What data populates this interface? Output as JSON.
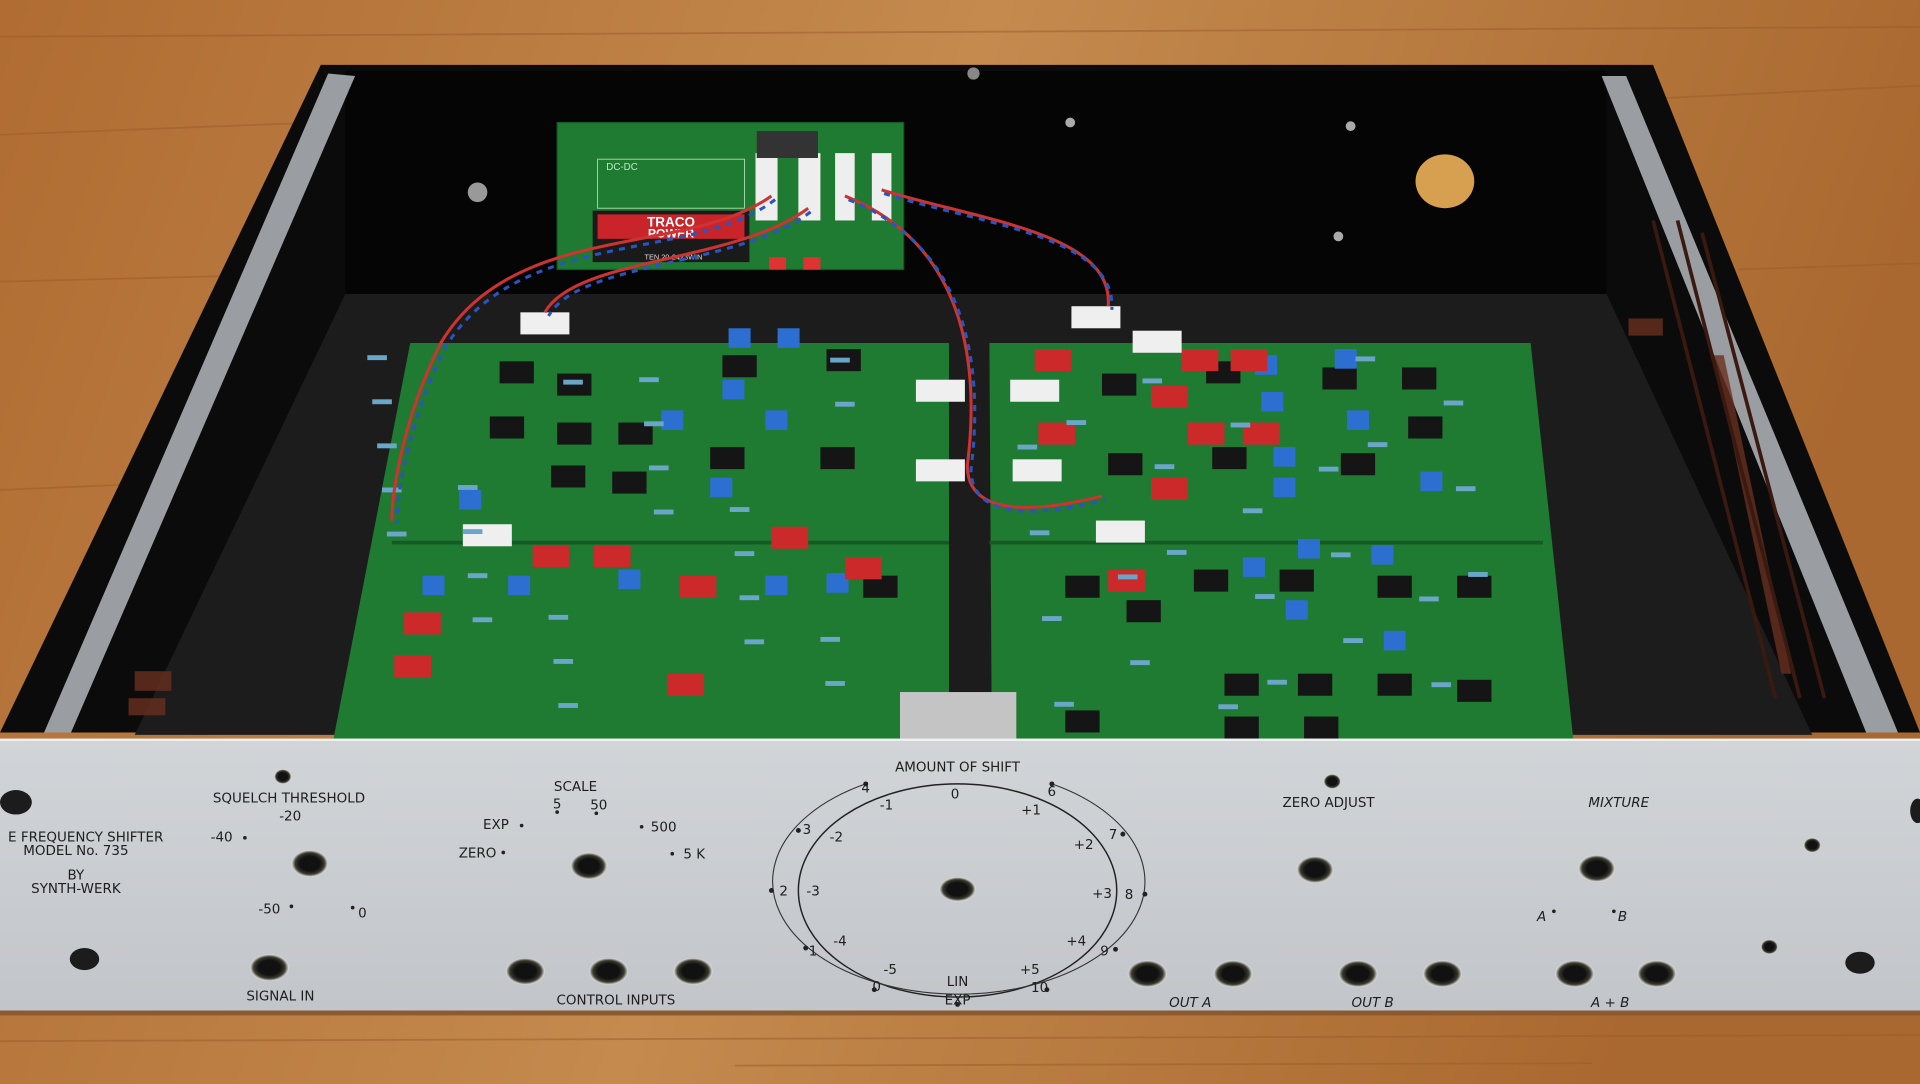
{
  "panel": {
    "model": {
      "name": "E FREQUENCY SHIFTER",
      "model_no": "MODEL No. 735",
      "by": "BY",
      "maker": "SYNTH-WERK"
    },
    "squelch": {
      "title": "SQUELCH THRESHOLD",
      "ticks": [
        "-20",
        "-40",
        "-50",
        "0"
      ]
    },
    "signal_in": "SIGNAL IN",
    "scale": {
      "title": "SCALE",
      "ticks": [
        "5",
        "50",
        "EXP",
        "500",
        "ZERO",
        "5 K"
      ]
    },
    "control_inputs": "CONTROL INPUTS",
    "shift": {
      "title": "AMOUNT OF SHIFT",
      "lin_ticks": [
        "0",
        "-1",
        "+1",
        "-2",
        "+2",
        "-3",
        "+3",
        "-4",
        "+4",
        "-5",
        "+5"
      ],
      "lin_label": "LIN",
      "exp_ticks": [
        "4",
        "6",
        "3",
        "7",
        "2",
        "8",
        "1",
        "9",
        "0",
        "10"
      ],
      "exp_label": "EXP"
    },
    "zero_adjust": "ZERO ADJUST",
    "mixture": {
      "title": "MIXTURE",
      "a": "A",
      "b": "B"
    },
    "out_a": "OUT A",
    "out_b": "OUT B",
    "a_plus_b": "A + B"
  },
  "power_board": {
    "label": "DC-DC",
    "brand_line1": "TRACO",
    "brand_line2": "POWER",
    "part": "TEN 20-2423WIN"
  },
  "colors": {
    "wood": "#b87a40",
    "chassis": "#0c0c0c",
    "panel": "#c8cbce",
    "pcb": "#1f7a32",
    "trimmer": "#2d6fd0",
    "capacitor": "#cc2a2a"
  }
}
